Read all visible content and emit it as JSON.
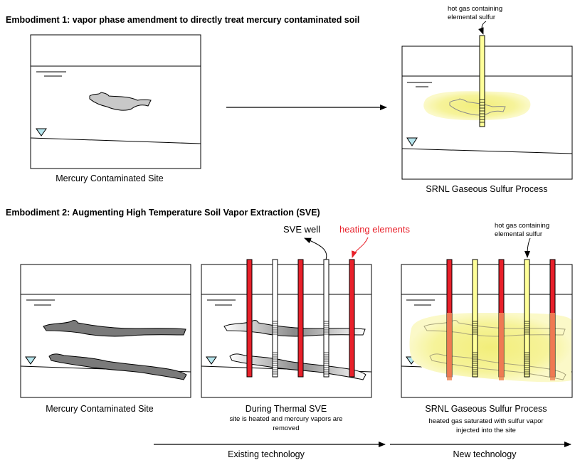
{
  "colors": {
    "heating_red": "#e8202a",
    "sulfur_yellow": "#ffff99",
    "plume_yellow": "#f4f08a",
    "mercury_light": "#c8c8c8",
    "mercury_dark": "#7a7a7a",
    "water_cyan": "#b7e6ee",
    "annotation_red": "#e8202a"
  },
  "embodiment1": {
    "title": "Embodiment 1: vapor phase amendment to directly treat mercury contaminated soil",
    "left_caption": "Mercury Contaminated Site",
    "right_caption": "SRNL Gaseous Sulfur Process",
    "gas_label_line1": "hot gas containing",
    "gas_label_line2": "elemental sulfur"
  },
  "embodiment2": {
    "title": "Embodiment 2: Augmenting High Temperature Soil Vapor Extraction (SVE)",
    "panel1_caption": "Mercury Contaminated Site",
    "panel2_caption": "During Thermal SVE",
    "panel2_note_line1": "site is heated and mercury vapors are",
    "panel2_note_line2": "removed",
    "panel3_caption": "SRNL Gaseous Sulfur Process",
    "panel3_note_line1": "heated gas saturated with sulfur vapor",
    "panel3_note_line2": "injected into the site",
    "sve_well_label": "SVE well",
    "heating_elements_label": "heating elements",
    "gas_label_line1": "hot gas containing",
    "gas_label_line2": "elemental sulfur",
    "existing_technology": "Existing technology",
    "new_technology": "New technology"
  }
}
